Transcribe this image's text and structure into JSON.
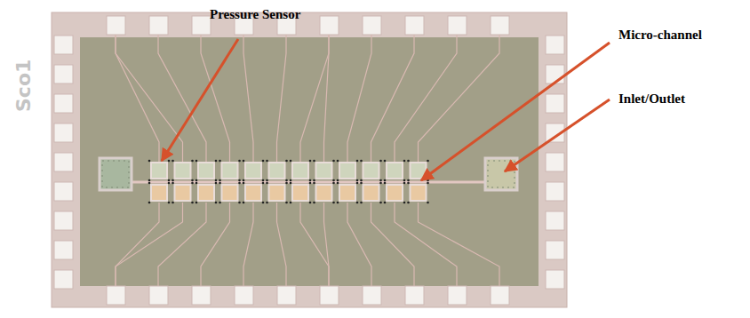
{
  "diagram": {
    "labels": [
      "Pressure Sensor",
      "Micro-channel",
      "Inlet/Outlet",
      "Sco1"
    ]
  }
}
